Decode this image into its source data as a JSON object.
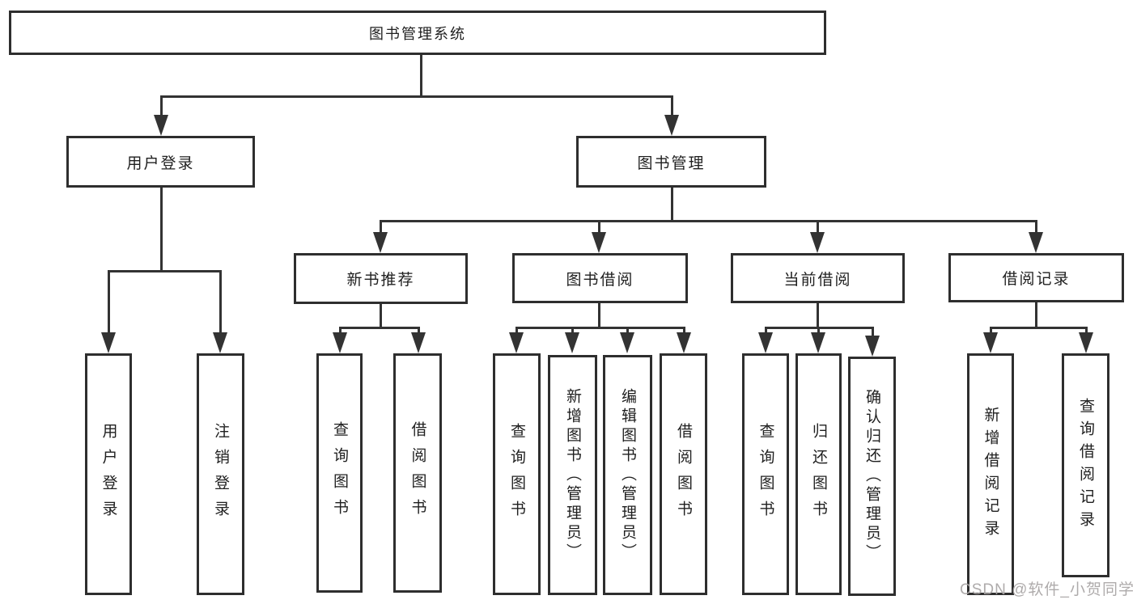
{
  "colors": {
    "line": "#333333",
    "box_border": "#2e2e2e",
    "box_fill": "#ffffff",
    "text": "#1f1f1f",
    "watermark": "#a8a4a4",
    "background": "#ffffff"
  },
  "watermark": {
    "text": "CSDN @软件_小贺同学"
  },
  "tree": {
    "root": "图书管理系统",
    "branches": [
      {
        "label": "用户登录",
        "children": [
          "用户登录",
          "注销登录"
        ]
      },
      {
        "label": "图书管理",
        "groups": [
          {
            "label": "新书推荐",
            "children": [
              "查询图书",
              "借阅图书"
            ]
          },
          {
            "label": "图书借阅",
            "children": [
              "查询图书",
              "新增图书（管理员）",
              "编辑图书（管理员）",
              "借阅图书"
            ]
          },
          {
            "label": "当前借阅",
            "children": [
              "查询图书",
              "归还图书",
              "确认归还（管理员）"
            ]
          },
          {
            "label": "借阅记录",
            "children": [
              "新增借阅记录",
              "查询借阅记录"
            ]
          }
        ]
      }
    ]
  }
}
